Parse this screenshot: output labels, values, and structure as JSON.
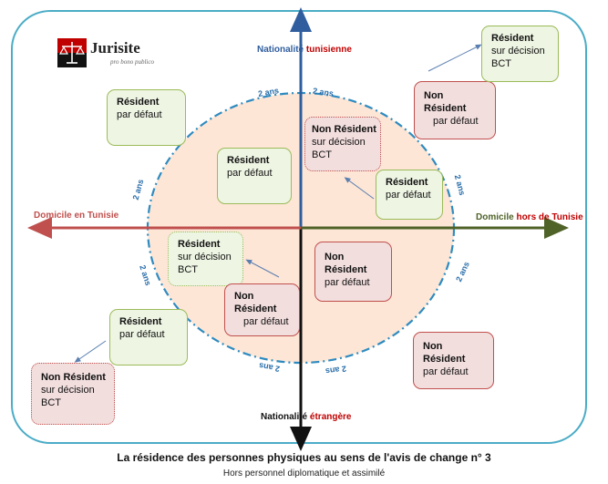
{
  "logo": {
    "name": "Jurisite",
    "tagline": "pro bono publico"
  },
  "axes": {
    "top": {
      "prefix": "Nationalité",
      "emph": "tunisienne"
    },
    "bottom": {
      "prefix": "Nationalité",
      "emph": "étrangère"
    },
    "left": {
      "prefix": "Domicile en",
      "emph": "Tunisie"
    },
    "right": {
      "prefix": "Domicile",
      "emph": "hors de Tunisie"
    }
  },
  "duration_label": "2 ans",
  "boxes": {
    "tl_outer": {
      "l1": "Résident",
      "l2": "par défaut"
    },
    "tl_inner": {
      "l1": "Résident",
      "l2": "par défaut"
    },
    "tr_inner_bct": {
      "l1": "Non Résident",
      "l2": "sur décision",
      "l3": "BCT"
    },
    "tr_inner_default": {
      "l1": "Résident",
      "l2": "par défaut"
    },
    "tr_outer_nr": {
      "l1": "Non",
      "l2": "Résident",
      "l3": "par défaut"
    },
    "tr_outer_bct": {
      "l1": "Résident",
      "l2": "sur décision",
      "l3": "BCT"
    },
    "bl_inner_bct": {
      "l1": "Résident",
      "l2": "sur décision",
      "l3": "BCT"
    },
    "bl_inner_nr": {
      "l1": "Non",
      "l2": "Résident",
      "l3": "par défaut"
    },
    "bl_outer_default": {
      "l1": "Résident",
      "l2": "par défaut"
    },
    "bl_outer_bct": {
      "l1": "Non Résident",
      "l2": "sur décision",
      "l3": "BCT"
    },
    "br_inner": {
      "l1": "Non",
      "l2": "Résident",
      "l3": "par défaut"
    },
    "br_outer": {
      "l1": "Non",
      "l2": "Résident",
      "l3": "par défaut"
    }
  },
  "caption": {
    "title": "La résidence des personnes physiques au sens de l'avis de change n° 3",
    "subtitle": "Hors personnel diplomatique et assimilé"
  },
  "colors": {
    "frame": "#4bacc6",
    "ellipse_fill": "#fde6d6",
    "ellipse_stroke": "#2e8bc0",
    "nat_tn_axis": "#2f5d9e",
    "nat_foreign_axis": "#111111",
    "dom_tn_axis": "#c0504d",
    "dom_abroad_axis": "#4f6228",
    "accent_red": "#c00000"
  }
}
